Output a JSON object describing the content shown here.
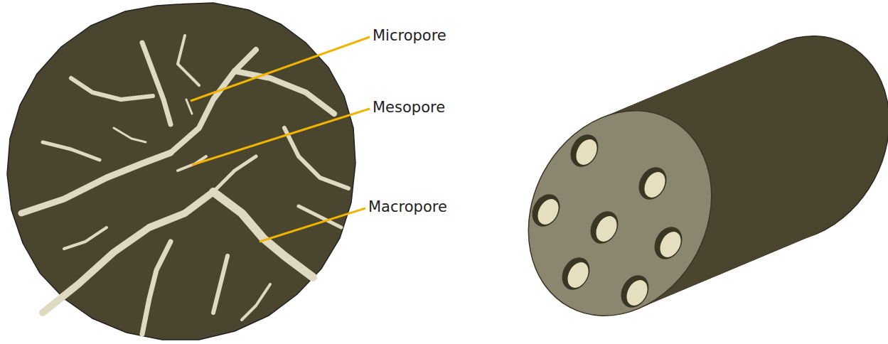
{
  "diagram": {
    "labels": [
      "Micropore",
      "Mesopore",
      "Macropore"
    ]
  }
}
